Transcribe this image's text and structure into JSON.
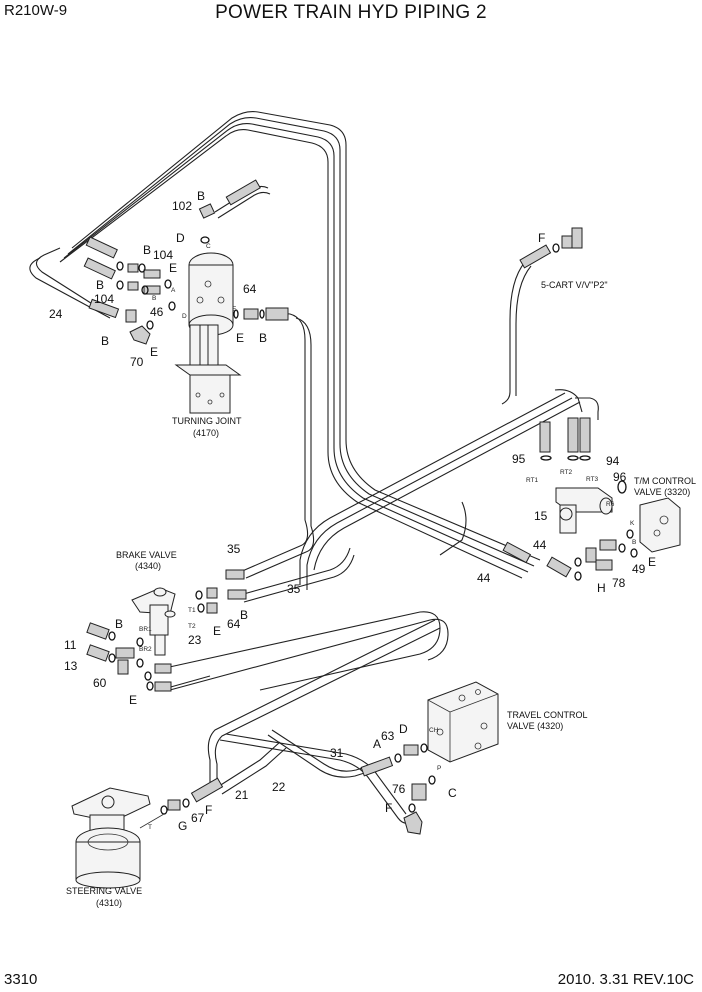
{
  "header": {
    "model": "R210W-9",
    "title": "POWER TRAIN HYD PIPING 2"
  },
  "footer": {
    "page": "3310",
    "revision": "2010. 3.31  REV.10C"
  },
  "components": {
    "turning_joint": "TURNING JOINT",
    "turning_joint_code": "(4170)",
    "brake_valve": "BRAKE VALVE",
    "brake_valve_code": "(4340)",
    "steering_valve": "STEERING VALVE",
    "steering_valve_code": "(4310)",
    "tm_control_valve_1": "T/M CONTROL",
    "tm_control_valve_2": "VALVE (3320)",
    "travel_control_valve_1": "TRAVEL CONTROL",
    "travel_control_valve_2": "VALVE (4320)",
    "cart_valve": "5-CART V/V\"P2\""
  },
  "callouts": {
    "p102": "102",
    "B_102": "B",
    "D_top": "D",
    "B_104a": "B",
    "p104a": "104",
    "E_104": "E",
    "B_104b": "B",
    "p104b": "104",
    "p24": "24",
    "p46": "46",
    "B_46": "B",
    "E_46": "E",
    "p70": "70",
    "p64_top": "64",
    "E_64top": "E",
    "B_64top": "B",
    "F_cart": "F",
    "p95": "95",
    "p94": "94",
    "p96": "96",
    "p15": "15",
    "p44a": "44",
    "p44b": "44",
    "E_49": "E",
    "p49": "49",
    "p78": "78",
    "H_78": "H",
    "p35a": "35",
    "p35b": "35",
    "B_brk": "B",
    "E_brk": "E",
    "p64_brk": "64",
    "p23": "23",
    "B_11": "B",
    "p11": "11",
    "p13": "13",
    "p60": "60",
    "E_60": "E",
    "p31": "31",
    "A_63": "A",
    "p63": "63",
    "D_63": "D",
    "p22": "22",
    "p21": "21",
    "p76": "76",
    "F_76": "F",
    "C_76": "C",
    "G_67": "G",
    "p67": "67",
    "F_67": "F"
  },
  "ports": {
    "C": "C",
    "A": "A",
    "B": "B",
    "D": "D",
    "E": "E",
    "RT1": "RT1",
    "RT2": "RT2",
    "RT3": "RT3",
    "R6": "R6",
    "K": "K",
    "BR1": "BR1",
    "BR2": "BR2",
    "T1": "T1",
    "T2": "T2",
    "CH": "CH",
    "P": "P",
    "T": "T"
  }
}
